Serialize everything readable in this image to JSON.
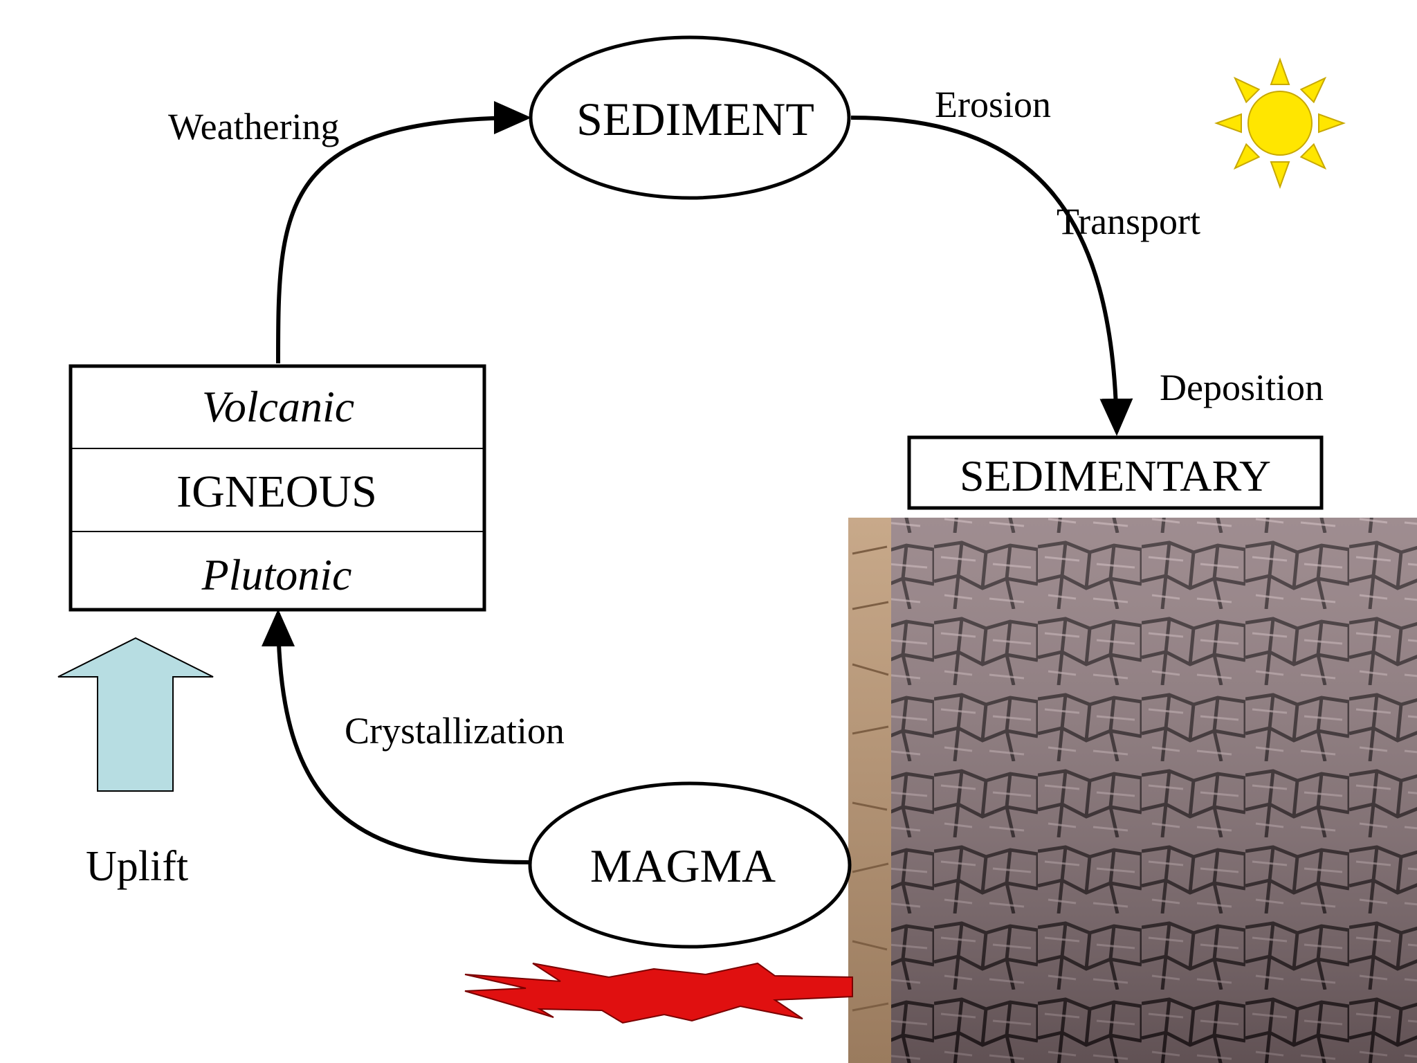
{
  "diagram": {
    "nodes": {
      "sediment": "SEDIMENT",
      "sedimentary": "SEDIMENTARY",
      "magma": "MAGMA",
      "igneous": {
        "top": "Volcanic",
        "middle": "IGNEOUS",
        "bottom": "Plutonic"
      }
    },
    "processes": {
      "weathering": "Weathering",
      "erosion": "Erosion",
      "transport": "Transport",
      "deposition": "Deposition",
      "crystallization": "Crystallization",
      "uplift": "Uplift"
    },
    "icons": {
      "sun": "sun-icon",
      "uplift_arrow": "up-arrow-icon",
      "heat": "heat-burst-icon",
      "photo": "cracked-mud-photo"
    },
    "colors": {
      "sun_fill": "#ffe600",
      "sun_stroke": "#c8a800",
      "uplift_arrow_fill": "#b7dde2",
      "heat_fill": "#e01010",
      "line": "#000000"
    }
  }
}
